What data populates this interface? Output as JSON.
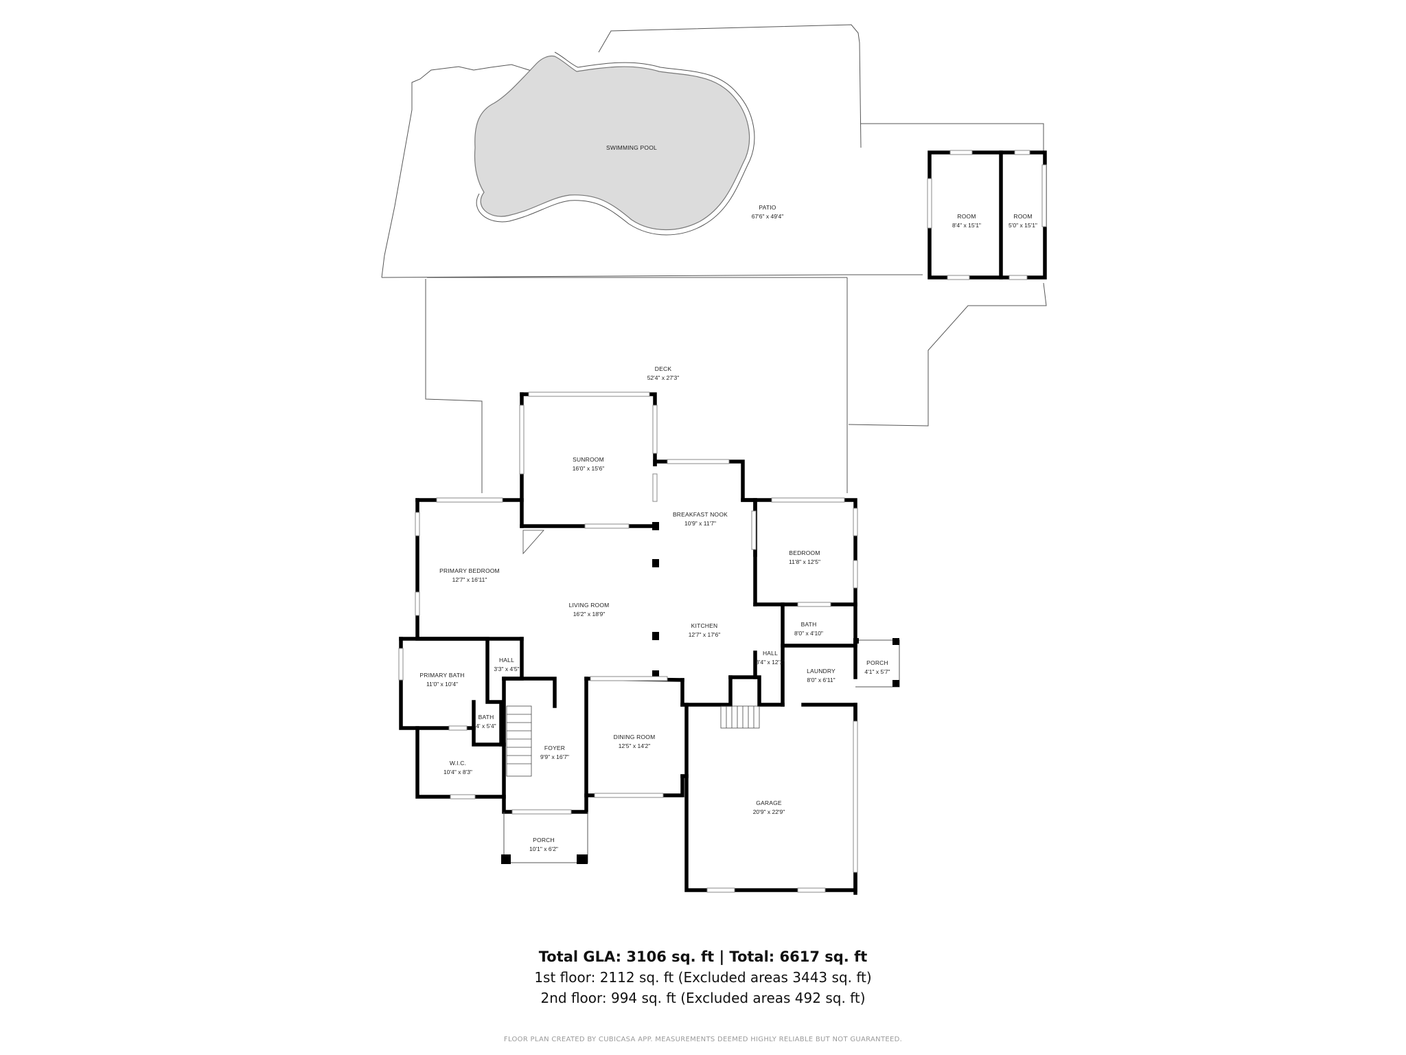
{
  "rooms": {
    "swimming_pool": {
      "name": "SWIMMING POOL",
      "dim": ""
    },
    "patio": {
      "name": "PATIO",
      "dim": "67'6\" x 49'4\""
    },
    "room_a": {
      "name": "ROOM",
      "dim": "8'4\" x 15'1\""
    },
    "room_b": {
      "name": "ROOM",
      "dim": "5'0\" x 15'1\""
    },
    "deck": {
      "name": "DECK",
      "dim": "52'4\" x 27'3\""
    },
    "sunroom": {
      "name": "SUNROOM",
      "dim": "16'0\" x 15'6\""
    },
    "breakfast_nook": {
      "name": "BREAKFAST NOOK",
      "dim": "10'9\" x 11'7\""
    },
    "primary_bedroom": {
      "name": "PRIMARY BEDROOM",
      "dim": "12'7\" x 16'11\""
    },
    "bedroom": {
      "name": "BEDROOM",
      "dim": "11'8\" x 12'5\""
    },
    "living_room": {
      "name": "LIVING ROOM",
      "dim": "16'2\" x 18'9\""
    },
    "kitchen": {
      "name": "KITCHEN",
      "dim": "12'7\" x 17'6\""
    },
    "bath_right": {
      "name": "BATH",
      "dim": "8'0\" x 4'10\""
    },
    "hall_left": {
      "name": "HALL",
      "dim": "3'3\" x 4'5\""
    },
    "hall_right": {
      "name": "HALL",
      "dim": "3'4\" x 12'1\""
    },
    "primary_bath": {
      "name": "PRIMARY BATH",
      "dim": "11'0\" x 10'4\""
    },
    "laundry": {
      "name": "LAUNDRY",
      "dim": "8'0\" x 6'11\""
    },
    "porch_side": {
      "name": "PORCH",
      "dim": "4'1\" x 5'7\""
    },
    "bath_small": {
      "name": "BATH",
      "dim": "4' x 5'4\""
    },
    "wic": {
      "name": "W.I.C.",
      "dim": "10'4\" x 8'3\""
    },
    "foyer": {
      "name": "FOYER",
      "dim": "9'9\" x 16'7\""
    },
    "dining_room": {
      "name": "DINING ROOM",
      "dim": "12'5\" x 14'2\""
    },
    "garage": {
      "name": "GARAGE",
      "dim": "20'9\" x 22'9\""
    },
    "porch_front": {
      "name": "PORCH",
      "dim": "10'1\" x 6'2\""
    }
  },
  "summary": {
    "total": "Total GLA: 3106 sq. ft | Total: 6617 sq. ft",
    "first_floor": "1st floor: 2112 sq. ft (Excluded areas 3443 sq. ft)",
    "second_floor": "2nd floor: 994 sq. ft (Excluded areas 492 sq. ft)"
  },
  "credit": "FLOOR PLAN CREATED BY CUBICASA APP. MEASUREMENTS DEEMED HIGHLY RELIABLE BUT NOT GUARANTEED.",
  "colors": {
    "wall": "#000000",
    "pool_fill": "#dcdcdc",
    "text": "#222222",
    "credit": "#9a9a9a"
  }
}
